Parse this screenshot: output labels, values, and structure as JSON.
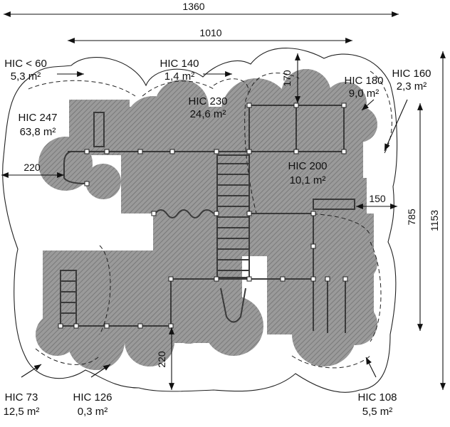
{
  "dimensions": {
    "total_width": "1360",
    "frame_width": "1010",
    "top_gap": "170",
    "left_gap": "220",
    "right_gap": "150",
    "bottom_gap": "220",
    "frame_height": "785",
    "total_height": "1153"
  },
  "zones": [
    {
      "hic": "HIC < 60",
      "area": "5,3 m²"
    },
    {
      "hic": "HIC 140",
      "area": "1,4 m²"
    },
    {
      "hic": "HIC 230",
      "area": "24,6 m²"
    },
    {
      "hic": "HIC 180",
      "area": "9,0 m²"
    },
    {
      "hic": "HIC 160",
      "area": "2,3 m²"
    },
    {
      "hic": "HIC 247",
      "area": "63,8 m²"
    },
    {
      "hic": "HIC 200",
      "area": "10,1 m²"
    },
    {
      "hic": "HIC 73",
      "area": "12,5 m²"
    },
    {
      "hic": "HIC 126",
      "area": "0,3 m²"
    },
    {
      "hic": "HIC 108",
      "area": "5,5 m²"
    }
  ],
  "colors": {
    "hatch_fill": "#9a9a9a",
    "hatch_line": "#6e6e6e",
    "outline": "#222222",
    "structure": "#3a3a3a"
  }
}
